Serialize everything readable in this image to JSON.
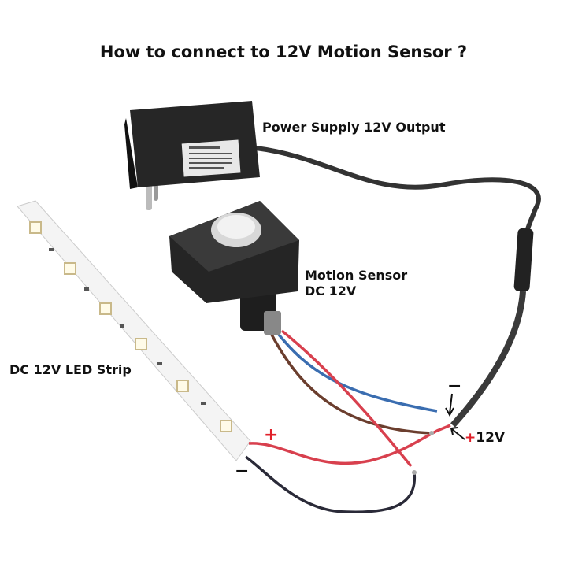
{
  "title": "How to connect to 12V Motion Sensor ?",
  "labels": {
    "power_supply": "Power Supply 12V Output",
    "motion_sensor_line1": "Motion Sensor",
    "motion_sensor_line2": "DC 12V",
    "led_strip": "DC 12V LED Strip",
    "strip_plus": "+",
    "strip_minus": "−",
    "supply_minus": "−",
    "supply_plus_sign": "+",
    "supply_plus_value": "12V"
  },
  "colors": {
    "wire_red": "#d8404e",
    "wire_blue": "#3a6db0",
    "wire_brown": "#6b3e2e",
    "wire_black": "#2a2a38",
    "device_body": "#262626",
    "plus_label": "#e0202a"
  }
}
